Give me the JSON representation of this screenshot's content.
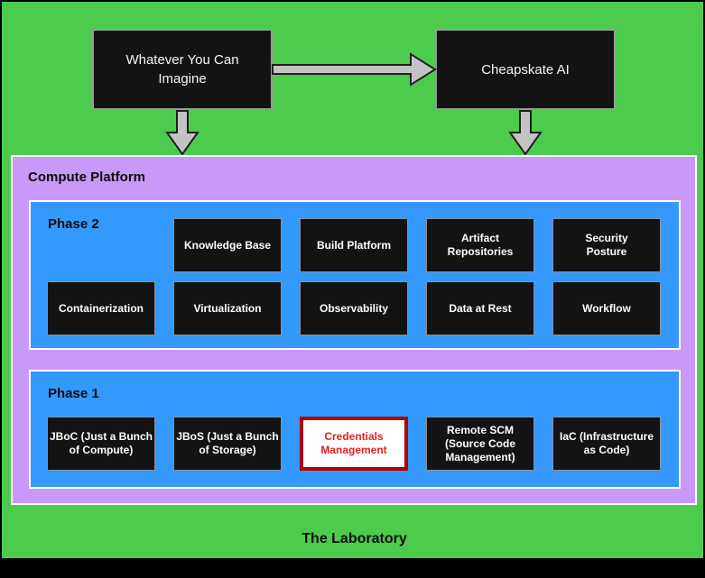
{
  "diagram": {
    "flow": {
      "source_label": "Whatever You Can\nImagine",
      "target_label": "Cheapskate AI"
    },
    "platform": {
      "title": "Compute Platform",
      "phases": [
        {
          "label": "Phase 2",
          "rows": [
            [
              null,
              {
                "label": "Knowledge Base"
              },
              {
                "label": "Build Platform"
              },
              {
                "label": "Artifact\nRepositories"
              },
              {
                "label": "Security\nPosture"
              }
            ],
            [
              {
                "label": "Containerization"
              },
              {
                "label": "Virtualization"
              },
              {
                "label": "Observability"
              },
              {
                "label": "Data at Rest"
              },
              {
                "label": "Workflow"
              }
            ]
          ]
        },
        {
          "label": "Phase 1",
          "rows": [
            [
              {
                "label": "JBoC (Just a Bunch\nof Compute)"
              },
              {
                "label": "JBoS (Just a Bunch\nof Storage)"
              },
              {
                "label": "Credentials\nManagement",
                "highlight": true
              },
              {
                "label": "Remote SCM\n(Source Code\nManagement)"
              },
              {
                "label": "IaC (Infrastructure\nas Code)"
              }
            ]
          ]
        }
      ]
    },
    "footer_label": "The Laboratory",
    "colors": {
      "background": "#000000",
      "canvas_green": "#4CCB4C",
      "platform_purple": "#CA98F8",
      "phase_blue": "#3399FF",
      "node_fill": "#131313",
      "node_border": "#8f8f8f",
      "node_text": "#FFFFFF",
      "container_border_white": "#FFFFFF",
      "highlight_fill": "#FFFFFF",
      "highlight_border": "#AE0505",
      "highlight_text": "#E32222",
      "arrow_fill": "#C3C3C3",
      "arrow_stroke": "#1F1F1F"
    }
  }
}
